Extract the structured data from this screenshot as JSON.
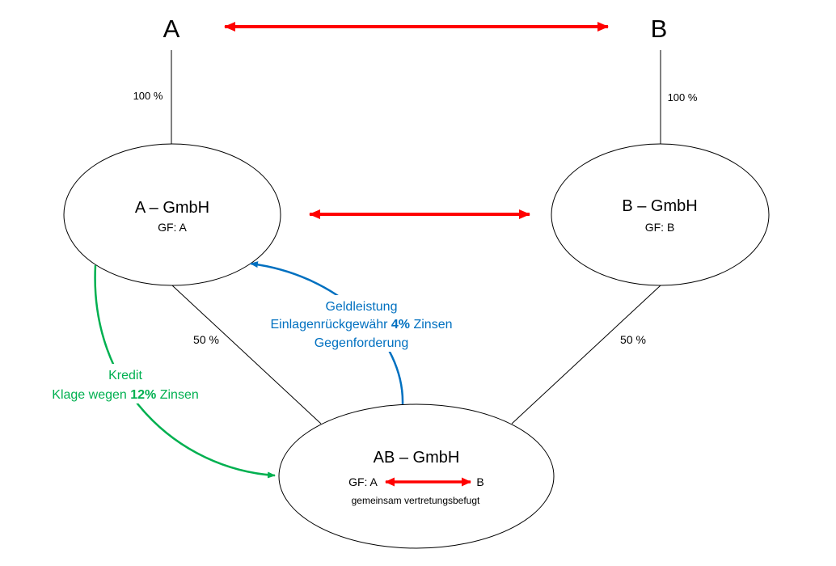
{
  "diagram": {
    "persons": {
      "a": "A",
      "b": "B"
    },
    "ownership": {
      "a_to_a_gmbh": "100 %",
      "b_to_b_gmbh": "100 %",
      "a_gmbh_to_ab_gmbh": "50 %",
      "b_gmbh_to_ab_gmbh": "50 %"
    },
    "nodes": {
      "a_gmbh": {
        "name": "A – GmbH",
        "gf": "GF: A"
      },
      "b_gmbh": {
        "name": "B – GmbH",
        "gf": "GF: B"
      },
      "ab_gmbh": {
        "name": "AB – GmbH",
        "gf_left": "GF: A",
        "gf_right": "B",
        "note": "gemeinsam vertretungsbefugt"
      }
    },
    "claims": {
      "credit": {
        "line1": "Kredit",
        "line2_pre": "Klage wegen ",
        "line2_bold": "12%",
        "line2_post": " Zinsen"
      },
      "counter": {
        "line1": "Geldleistung",
        "line2_pre": "Einlagenrückgewähr ",
        "line2_bold": "4%",
        "line2_post": " Zinsen",
        "line3": "Gegenforderung"
      }
    },
    "colors": {
      "conflict": "#ff0000",
      "credit": "#00b050",
      "counter": "#0070c0",
      "lines": "#000000"
    }
  }
}
